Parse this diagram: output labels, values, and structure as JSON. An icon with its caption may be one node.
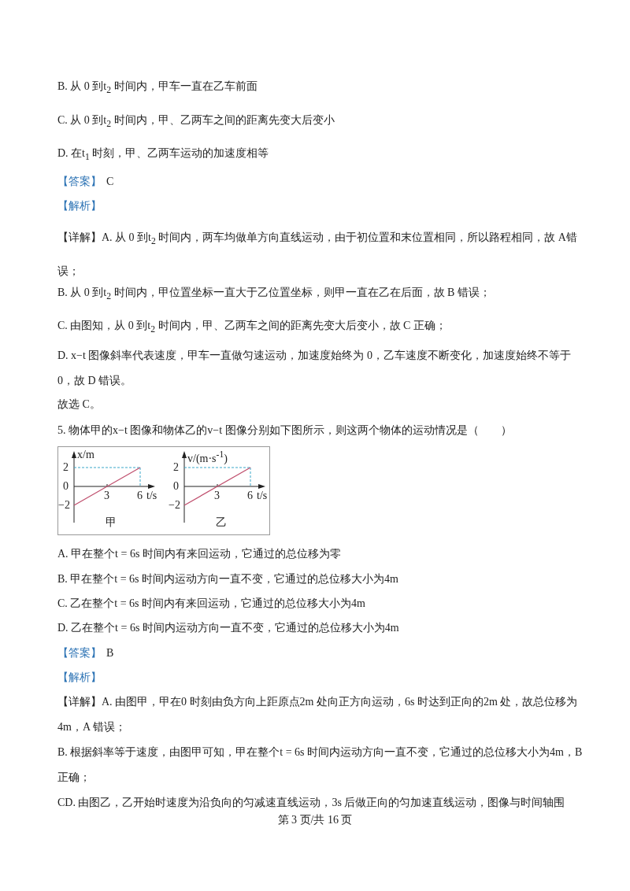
{
  "diagram": {
    "labels": [
      "B. 从 0 到t$_{2}$ 时间内，甲车一直在乙车前面",
      "C. 从 0 到t$_{2}$ 时间内，甲、乙两车之间的距离先变大后变小",
      "D. 在t$_{1}$ 时刻，甲、乙两车运动的加速度相等",
      "【答案】",
      "C",
      "【解析】",
      "【详解】A. 从 0 到t$_{2}$ 时间内，两车均做单方向直线运动，由于初位置和末位置相同，所以路程相同，故 A错误；",
      "B. 从 0 到t$_{2}$ 时间内，甲位置坐标一直大于乙位置坐标，则甲一直在乙在后面，故 B 错误；",
      "C. 由图知，从 0 到t$_{2}$ 时间内，甲、乙两车之间的距离先变大后变小，故 C 正确；",
      "D. x−t 图像斜率代表速度，甲车一直做匀速运动，加速度始终为 0，乙车速度不断变化，加速度始终不等于 0，故 D 错误。",
      "故选 C。",
      "5. 物体甲的x−t 图像和物体乙的v−t 图像分别如下图所示，则这两个物体的运动情况是（　　）",
      "x/m",
      "2",
      "0",
      "−2",
      "3",
      "6",
      "t/s",
      "甲",
      "v/(m·s$^{-1}$)",
      "2",
      "0",
      "−2",
      "3",
      "6",
      "t/s",
      "乙",
      "A. 甲在整个t = 6s 时间内有来回运动，它通过的总位移为零",
      "B. 甲在整个t = 6s 时间内运动方向一直不变，它通过的总位移大小为4m",
      "C. 乙在整个t = 6s 时间内有来回运动，它通过的总位移大小为4m",
      "D. 乙在整个t = 6s 时间内运动方向一直不变，它通过的总位移大小为4m",
      "【答案】",
      "B",
      "【解析】",
      "【详解】A. 由图甲，甲在0 时刻由负方向上距原点2m 处向正方向运动，6s 时达到正向的2m 处，故总位移为4m，A 错误；",
      "B. 根据斜率等于速度，由图甲可知，甲在整个t = 6s 时间内运动方向一直不变，它通过的总位移大小为4m，B 正确；",
      "CD. 由图乙，乙开始时速度为沿负向的匀减速直线运动，3s 后做正向的匀加速直线运动，图像与时间轴围",
      "第 3 页/共 16 页"
    ]
  }
}
